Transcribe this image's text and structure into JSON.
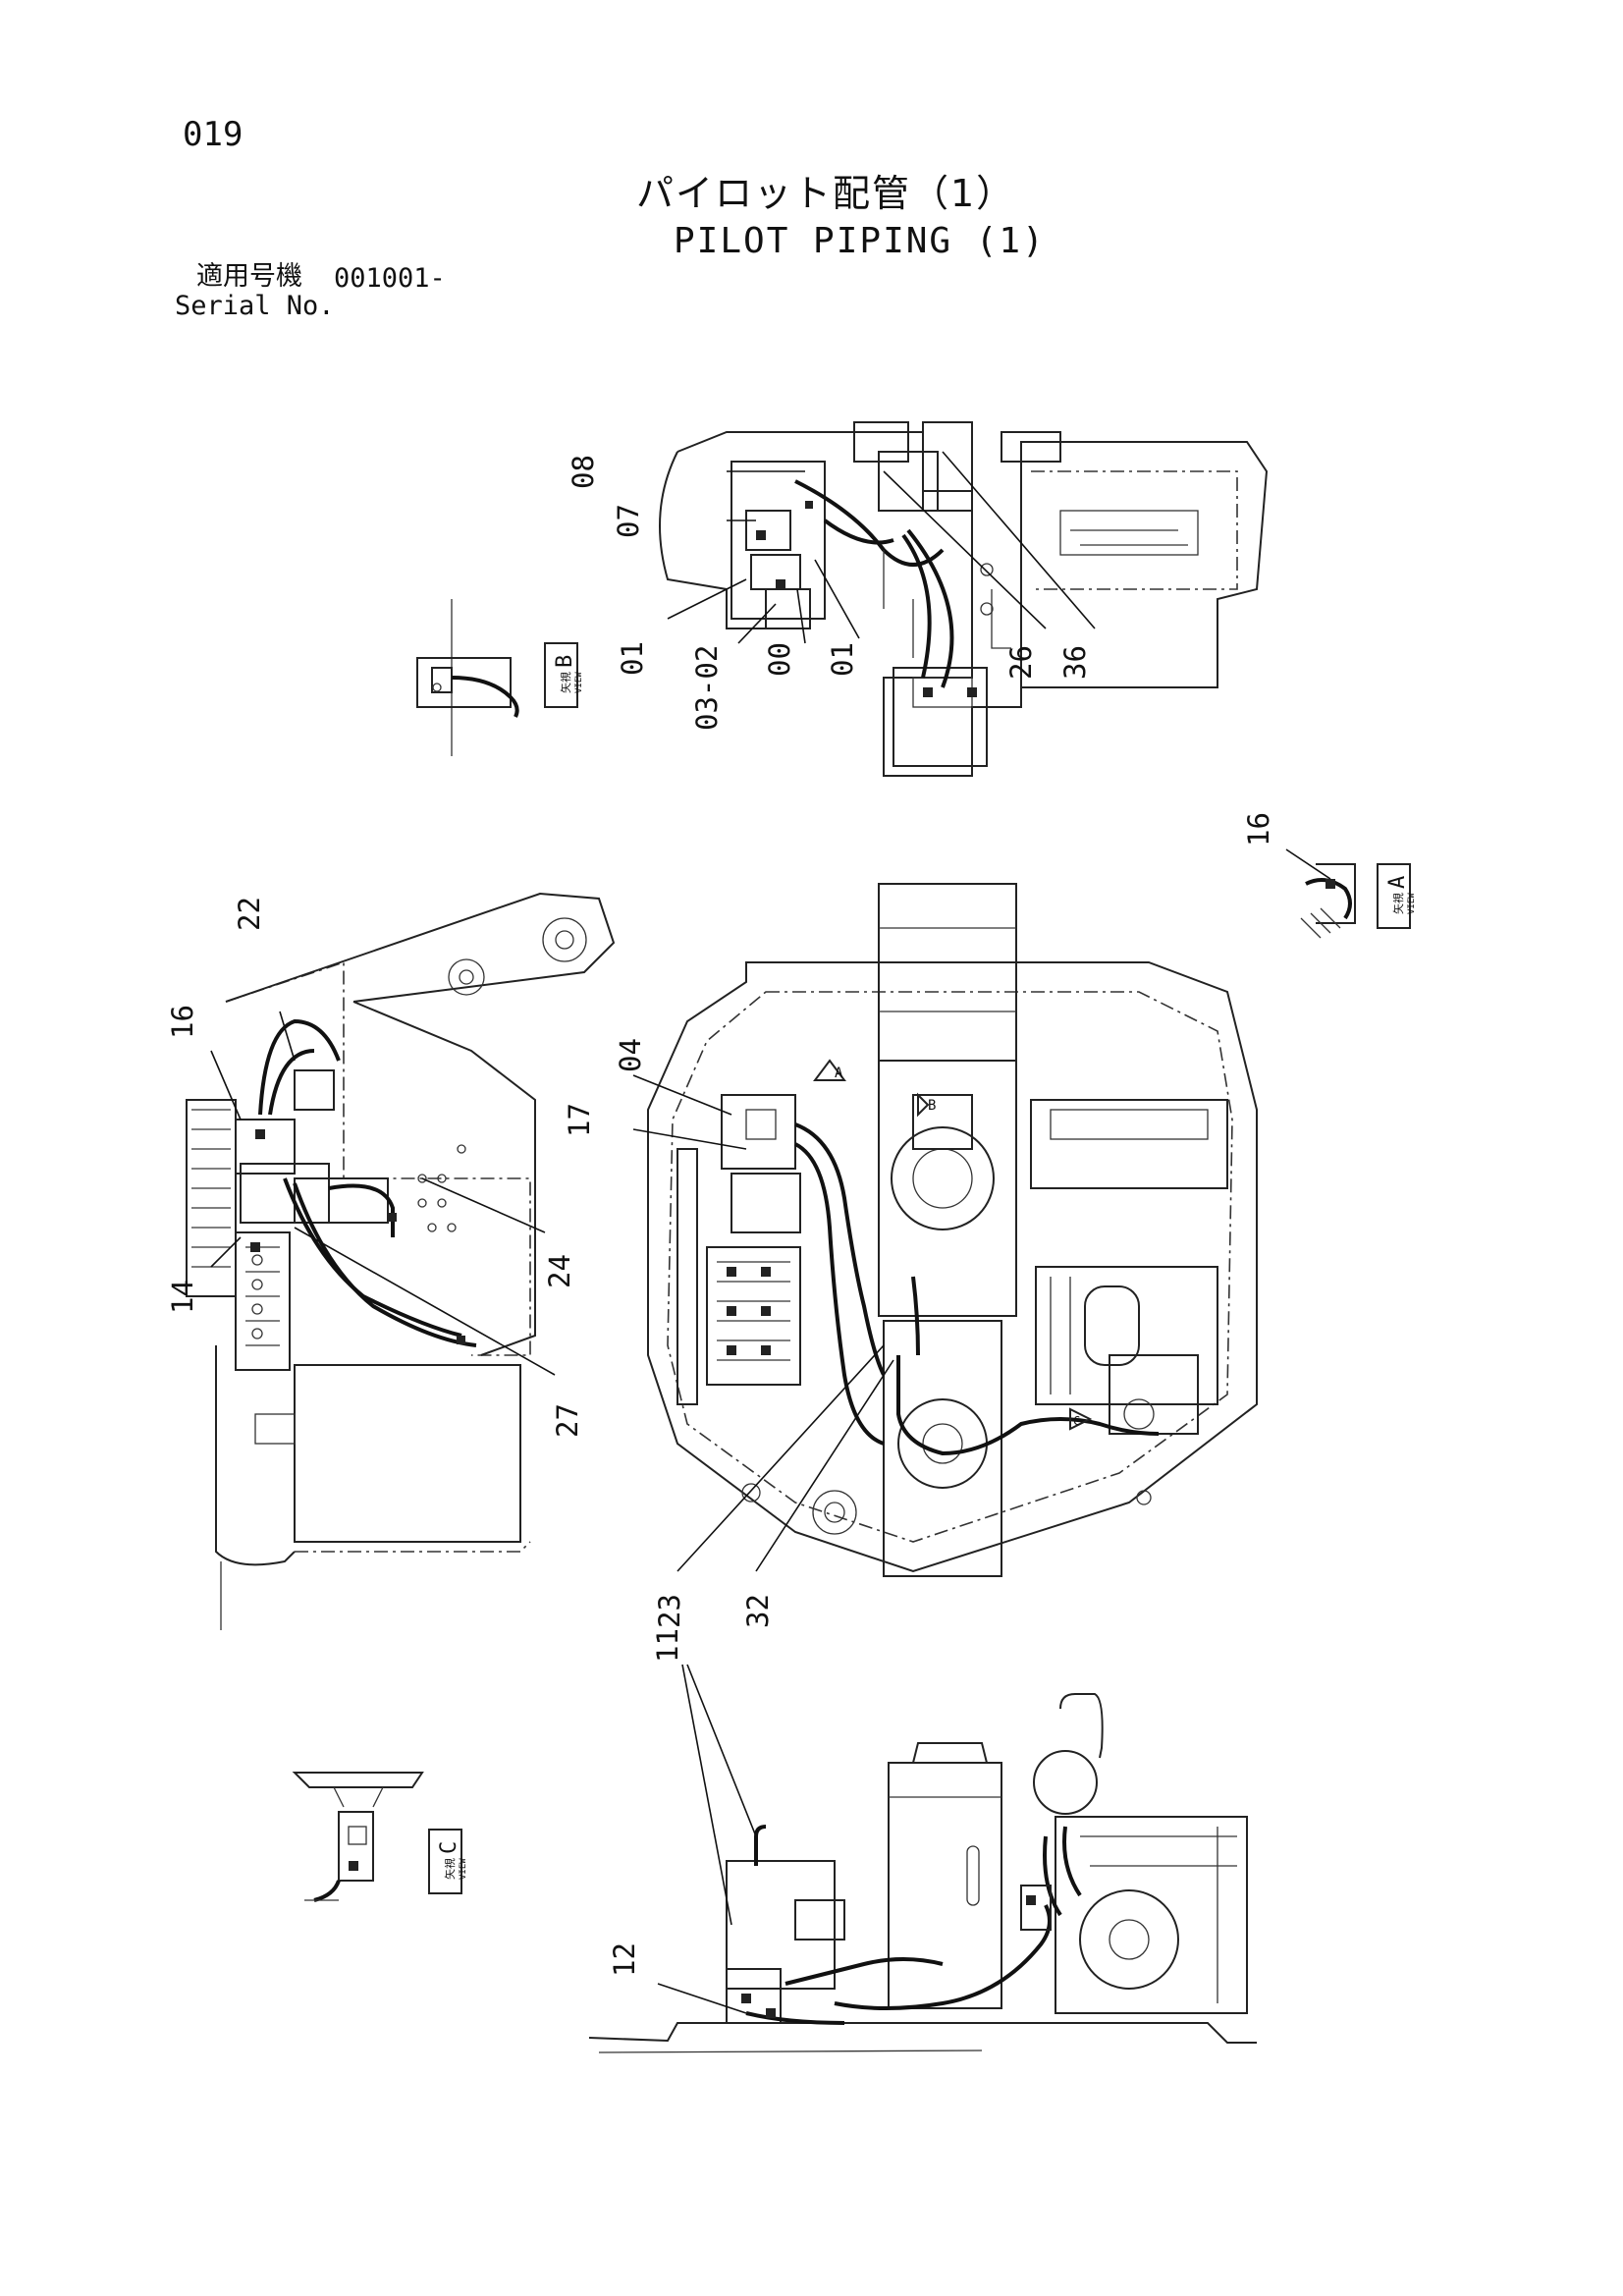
{
  "header": {
    "page_number": "019",
    "title_jp": "パイロット配管（1）",
    "title_en": "PILOT PIPING (1)",
    "serial_label_jp": "適用号機",
    "serial_code": "001001-",
    "serial_label_en": "Serial No."
  },
  "callouts": {
    "c08": "08",
    "c07": "07",
    "c01a": "01",
    "c0302": "03-02",
    "c00": "00",
    "c01b": "01",
    "c26": "26",
    "c36": "36",
    "c16a": "16",
    "c22": "22",
    "c16b": "16",
    "c14": "14",
    "c24": "24",
    "c27": "27",
    "c04": "04",
    "c17": "17",
    "c23": "23",
    "c32": "32",
    "c11": "11",
    "c12": "12"
  },
  "views": {
    "view_a": {
      "jp": "矢視",
      "word": "VIEW",
      "letter": "A"
    },
    "view_b": {
      "jp": "矢視",
      "word": "VIEW",
      "letter": "B"
    },
    "view_c": {
      "jp": "矢視",
      "word": "VIEW",
      "letter": "C"
    }
  },
  "arrow_marks": {
    "a": "A",
    "b": "B",
    "c": "C"
  }
}
